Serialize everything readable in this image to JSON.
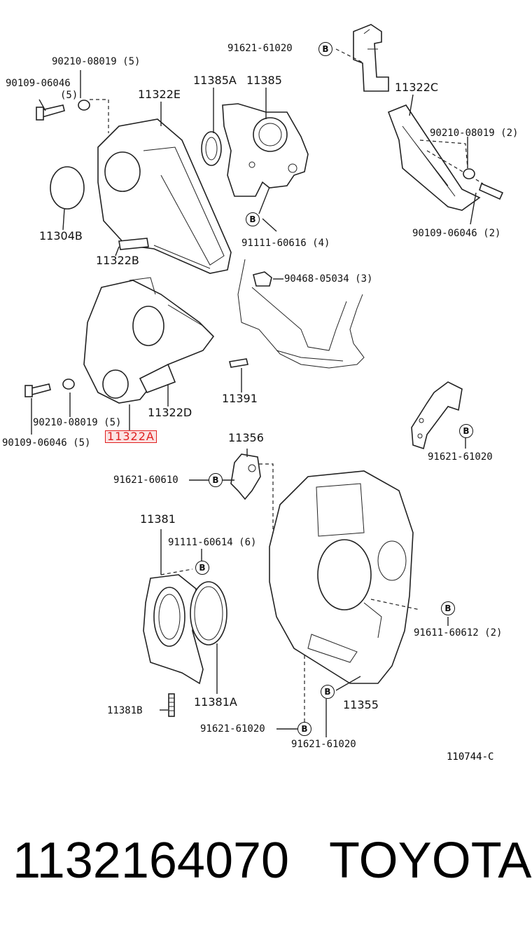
{
  "diagram": {
    "code": "110744-C",
    "highlight_color": "#e02020",
    "marker_symbol": "B",
    "labels": [
      "91621-61020",
      "90210-08019 (5)",
      "90109-06046",
      "(5)",
      "11322E",
      "11385A",
      "11385",
      "11322C",
      "90210-08019 (2)",
      "11304B",
      "91111-60616 (4)",
      "90109-06046 (2)",
      "11322B",
      "90468-05034 (3)",
      "11391",
      "11322D",
      "90210-08019 (5)",
      "90109-06046 (5)",
      "11322A",
      "91621-61020",
      "11356",
      "91621-60610",
      "11381",
      "91111-60614 (6)",
      "91611-60612 (2)",
      "11381B",
      "11381A",
      "11355",
      "91621-61020",
      "91621-61020"
    ]
  },
  "footer": {
    "part_number": "1132164070",
    "brand": "TOYOTA"
  }
}
